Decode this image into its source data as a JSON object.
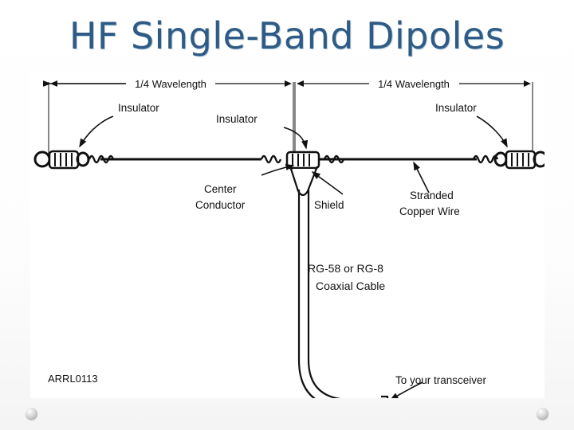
{
  "slide": {
    "title": "HF Single-Band Dipoles",
    "title_color": "#2e5b85",
    "background_color": "#ffffff"
  },
  "figure": {
    "id_label": "ARRL0113",
    "labels": {
      "quarter_wave_left": "1/4 Wavelength",
      "quarter_wave_right": "1/4 Wavelength",
      "insulator_left": "Insulator",
      "insulator_center": "Insulator",
      "insulator_right": "Insulator",
      "center_conductor_line1": "Center",
      "center_conductor_line2": "Conductor",
      "shield": "Shield",
      "stranded_line1": "Stranded",
      "stranded_line2": "Copper Wire",
      "coax_line1": "RG-58 or RG-8",
      "coax_line2": "Coaxial Cable",
      "transceiver": "To your transceiver"
    },
    "line_color": "#111111",
    "text_color": "#1a1a1a"
  },
  "decor": {
    "dot_left": "bullet-dot",
    "dot_right": "bullet-dot"
  }
}
